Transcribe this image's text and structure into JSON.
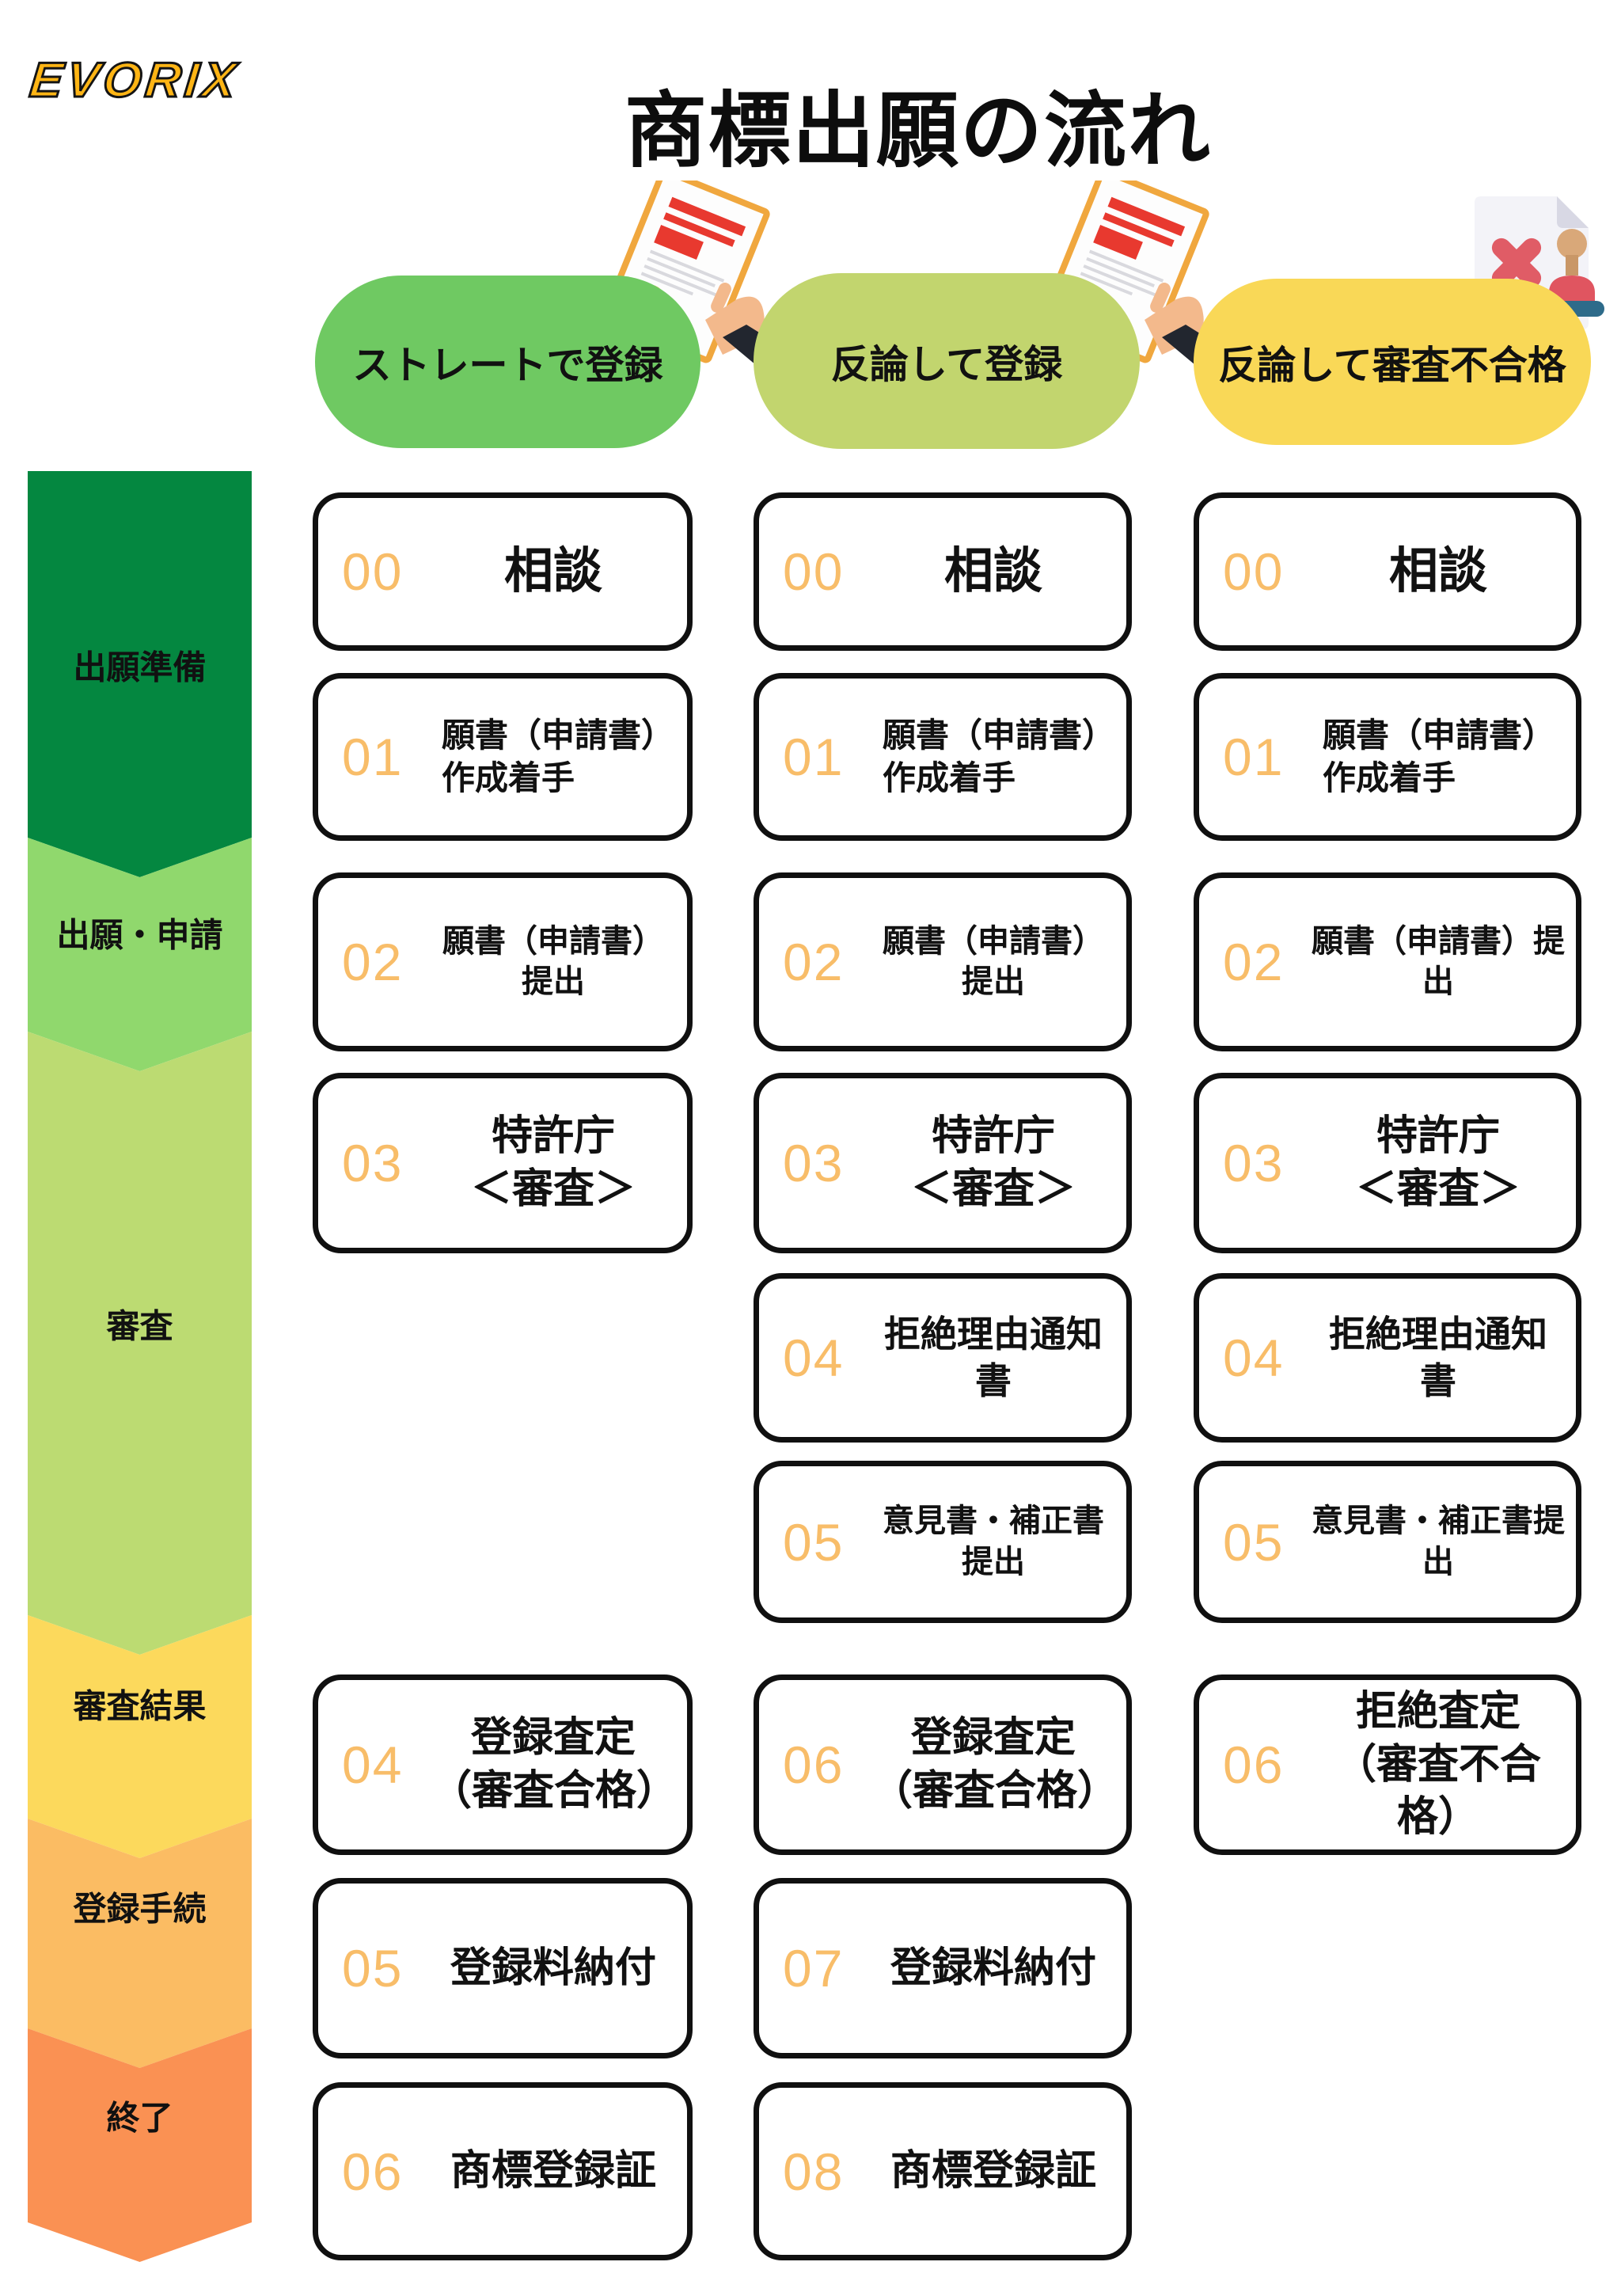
{
  "logo": "EVORIX",
  "title": "商標出願の流れ",
  "colors": {
    "stage_prep": "#048740",
    "stage_file": "#90d86d",
    "stage_exam": "#bcdb72",
    "stage_result": "#fcd95c",
    "stage_reg": "#fbbc63",
    "stage_end": "#fa9153",
    "pill_straight": "#6fc962",
    "pill_argue_reg": "#c2d56e",
    "pill_argue_fail": "#f9d857",
    "step_number": "#f8bd69",
    "box_border": "#101010",
    "logo_color": "#ffb515"
  },
  "icons": {
    "certificate": "certificate-in-hand-icon",
    "reject": "rejected-document-stamp-icon"
  },
  "stages": [
    {
      "label": "出願準備"
    },
    {
      "label": "出願・申請"
    },
    {
      "label": "審査"
    },
    {
      "label": "審査結果"
    },
    {
      "label": "登録手続"
    },
    {
      "label": "終了"
    }
  ],
  "columns": [
    {
      "pill": "ストレートで登録",
      "steps": [
        {
          "num": "00",
          "l1": "相談"
        },
        {
          "num": "01",
          "l1": "願書（申請書）",
          "l2": "作成着手"
        },
        {
          "num": "02",
          "l1": "願書（申請書）提出"
        },
        {
          "num": "03",
          "l1": "特許庁",
          "l2": "＜審査＞"
        },
        {
          "num": "04",
          "l1": "登録査定",
          "l2": "（審査合格）"
        },
        {
          "num": "05",
          "l1": "登録料納付"
        },
        {
          "num": "06",
          "l1": "商標登録証"
        }
      ]
    },
    {
      "pill": "反論して登録",
      "steps": [
        {
          "num": "00",
          "l1": "相談"
        },
        {
          "num": "01",
          "l1": "願書（申請書）",
          "l2": "作成着手"
        },
        {
          "num": "02",
          "l1": "願書（申請書）提出"
        },
        {
          "num": "03",
          "l1": "特許庁",
          "l2": "＜審査＞"
        },
        {
          "num": "04",
          "l1": "拒絶理由通知書"
        },
        {
          "num": "05",
          "l1": "意見書・補正書提出"
        },
        {
          "num": "06",
          "l1": "登録査定",
          "l2": "（審査合格）"
        },
        {
          "num": "07",
          "l1": "登録料納付"
        },
        {
          "num": "08",
          "l1": "商標登録証"
        }
      ]
    },
    {
      "pill": "反論して審査不合格",
      "steps": [
        {
          "num": "00",
          "l1": "相談"
        },
        {
          "num": "01",
          "l1": "願書（申請書）",
          "l2": "作成着手"
        },
        {
          "num": "02",
          "l1": "願書（申請書）提出"
        },
        {
          "num": "03",
          "l1": "特許庁",
          "l2": "＜審査＞"
        },
        {
          "num": "04",
          "l1": "拒絶理由通知書"
        },
        {
          "num": "05",
          "l1": "意見書・補正書提出"
        },
        {
          "num": "06",
          "l1": "拒絶査定",
          "l2": "（審査不合格）"
        }
      ]
    }
  ]
}
